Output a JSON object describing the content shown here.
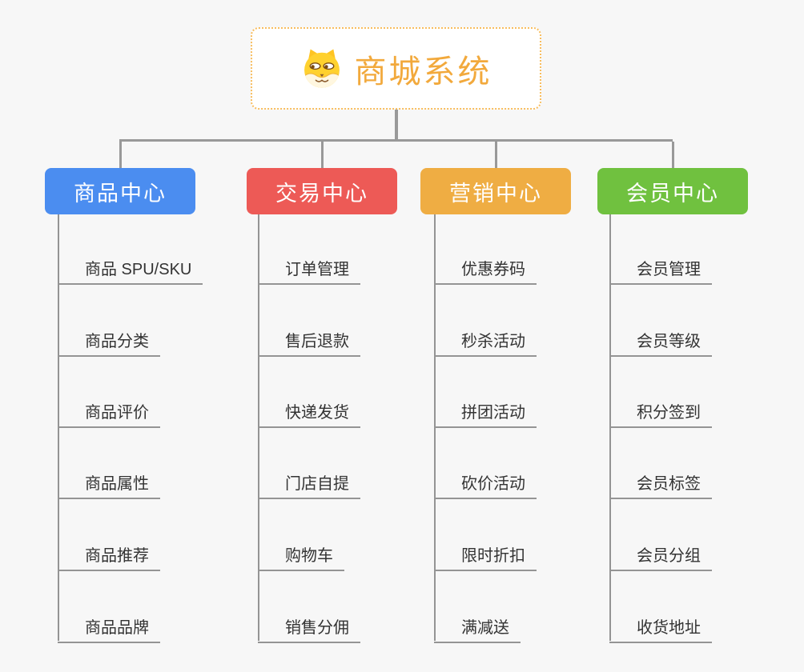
{
  "page": {
    "background": "#F7F7F7",
    "connector_color": "#999999"
  },
  "root": {
    "title": "商城系统",
    "icon": "dog-face-icon",
    "text_color": "#F2A93C",
    "border_color": "#F8BD5E"
  },
  "branches": [
    {
      "label": "商品中心",
      "color": "#4B8DF0",
      "items": [
        "商品 SPU/SKU",
        "商品分类",
        "商品评价",
        "商品属性",
        "商品推荐",
        "商品品牌"
      ]
    },
    {
      "label": "交易中心",
      "color": "#ED5A56",
      "items": [
        "订单管理",
        "售后退款",
        "快递发货",
        "门店自提",
        "购物车",
        "销售分佣"
      ]
    },
    {
      "label": "营销中心",
      "color": "#EFAD43",
      "items": [
        "优惠券码",
        "秒杀活动",
        "拼团活动",
        "砍价活动",
        "限时折扣",
        "满减送"
      ]
    },
    {
      "label": "会员中心",
      "color": "#70C13F",
      "items": [
        "会员管理",
        "会员等级",
        "积分签到",
        "会员标签",
        "会员分组",
        "收货地址"
      ]
    }
  ]
}
